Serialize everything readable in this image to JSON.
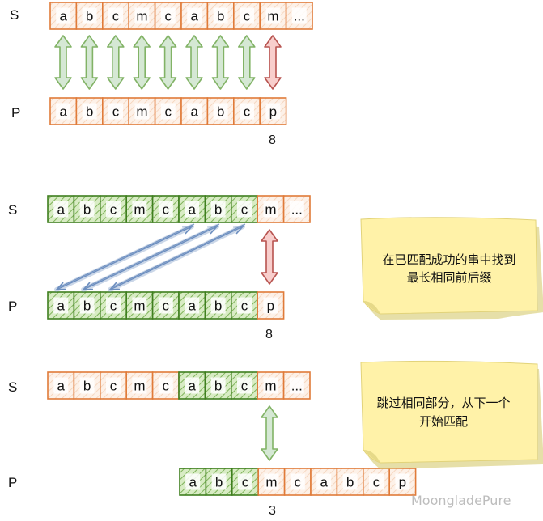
{
  "colors": {
    "orange_stroke": "#e07b39",
    "orange_fill": "#fbe9dc",
    "green_stroke": "#3f7f1f",
    "green_fill": "#b4d68e",
    "green_arrow_fill": "#d5e8d4",
    "green_arrow_stroke": "#82b366",
    "red_arrow_fill": "#f8cecc",
    "red_arrow_stroke": "#b85450",
    "blue_arrow": "#6c8ebf",
    "note_fill": "#fff2a8",
    "note_shadow": "#d6c96e"
  },
  "rows": {
    "s1": {
      "label": "S",
      "cells": [
        "a",
        "b",
        "c",
        "m",
        "c",
        "a",
        "b",
        "c",
        "m",
        "..."
      ]
    },
    "p1": {
      "label": "P",
      "cells": [
        "a",
        "b",
        "c",
        "m",
        "c",
        "a",
        "b",
        "c",
        "p"
      ]
    },
    "s2": {
      "label": "S",
      "cells": [
        "a",
        "b",
        "c",
        "m",
        "c",
        "a",
        "b",
        "c",
        "m",
        "..."
      ]
    },
    "p2": {
      "label": "P",
      "cells": [
        "a",
        "b",
        "c",
        "m",
        "c",
        "a",
        "b",
        "c",
        "p"
      ]
    },
    "s3": {
      "label": "S",
      "cells": [
        "a",
        "b",
        "c",
        "m",
        "c",
        "a",
        "b",
        "c",
        "m",
        "..."
      ]
    },
    "p3": {
      "label": "P",
      "cells": [
        "a",
        "b",
        "c",
        "m",
        "c",
        "a",
        "b",
        "c",
        "p"
      ]
    }
  },
  "index_labels": {
    "n1": "8",
    "n2": "8",
    "n3": "3"
  },
  "notes": {
    "note1": {
      "line1": "在已匹配成功的串中找到",
      "line2": "最长相同前后缀"
    },
    "note2": {
      "line1": "跳过相同部分，从下一个",
      "line2": "开始匹配"
    }
  },
  "watermark": "MoongladePure"
}
